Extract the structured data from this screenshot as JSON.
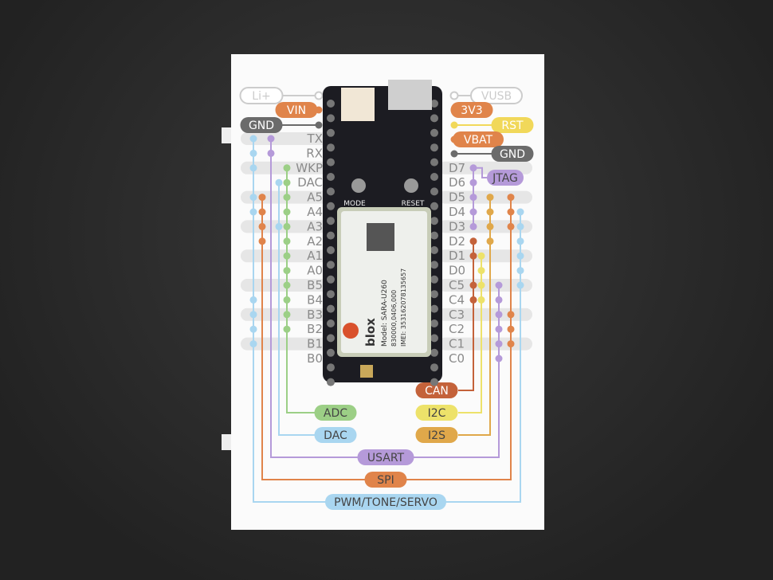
{
  "left_pins": [
    "TX",
    "RX",
    "WKP",
    "DAC",
    "A5",
    "A4",
    "A3",
    "A2",
    "A1",
    "A0",
    "B5",
    "B4",
    "B3",
    "B2",
    "B1",
    "B0"
  ],
  "right_pins": [
    "D7",
    "D6",
    "D5",
    "D4",
    "D3",
    "D2",
    "D1",
    "D0",
    "C5",
    "C4",
    "C3",
    "C2",
    "C1",
    "C0"
  ],
  "top_left_labels": [
    {
      "text": "Li+",
      "color": "#ffffff",
      "border": "#cccccc",
      "fg": "#cccccc"
    },
    {
      "text": "VIN",
      "color": "#e0844a",
      "fg": "#ffffff"
    },
    {
      "text": "GND",
      "color": "#6b6b6b",
      "fg": "#ffffff"
    }
  ],
  "top_right_labels": [
    {
      "text": "VUSB",
      "color": "#ffffff",
      "border": "#cccccc",
      "fg": "#cccccc"
    },
    {
      "text": "3V3",
      "color": "#e0844a",
      "fg": "#ffffff"
    },
    {
      "text": "RST",
      "color": "#f1d85a",
      "fg": "#ffffff"
    },
    {
      "text": "VBAT",
      "color": "#e0844a",
      "fg": "#ffffff"
    },
    {
      "text": "GND",
      "color": "#6b6b6b",
      "fg": "#ffffff"
    }
  ],
  "jtag": {
    "text": "JTAG",
    "color": "#b59ad9"
  },
  "function_labels": [
    {
      "text": "CAN",
      "color": "#c4623a"
    },
    {
      "text": "ADC",
      "color": "#9ccf86"
    },
    {
      "text": "I2C",
      "color": "#ede26a"
    },
    {
      "text": "DAC",
      "color": "#a9d6f0"
    },
    {
      "text": "I2S",
      "color": "#e0a84a"
    },
    {
      "text": "USART",
      "color": "#b59ad9"
    },
    {
      "text": "SPI",
      "color": "#e0844a"
    },
    {
      "text": "PWM/TONE/SERVO",
      "color": "#a9d6f0"
    }
  ],
  "board": {
    "mode_label": "MODE",
    "reset_label": "RESET",
    "module_brand": "blox",
    "module_model": "Model:  SARA-U260",
    "module_line2": "830000,0406,000",
    "module_imei": "IMEI:  353162078135657"
  }
}
